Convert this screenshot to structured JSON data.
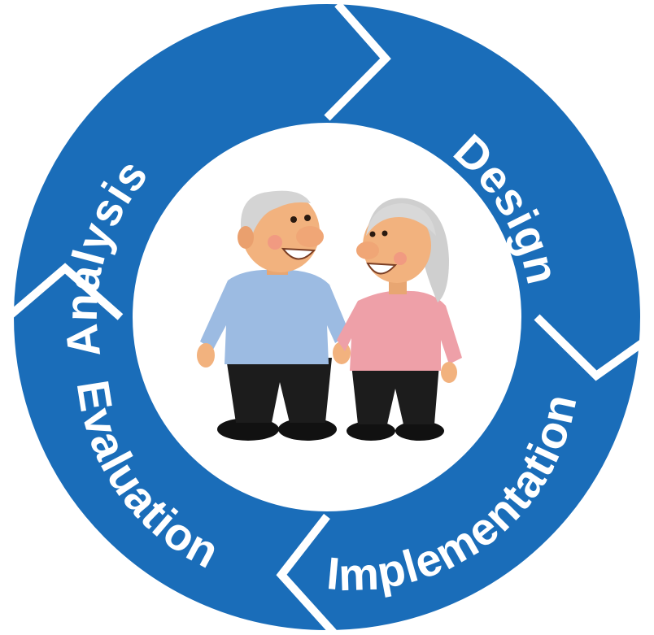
{
  "diagram": {
    "type": "cycle",
    "stages": [
      {
        "label": "Analysis"
      },
      {
        "label": "Design"
      },
      {
        "label": "Implementation"
      },
      {
        "label": "Evaluation"
      }
    ],
    "colors": {
      "ring": "#1a6db9",
      "divider": "#ffffff",
      "label": "#ffffff",
      "man_shirt": "#9cbbe2",
      "woman_shirt": "#eea0a8",
      "trousers": "#1c1c1c",
      "skin": "#f2b27e",
      "hair": "#d0d0d0"
    },
    "center_image": "elderly-couple-figures"
  }
}
